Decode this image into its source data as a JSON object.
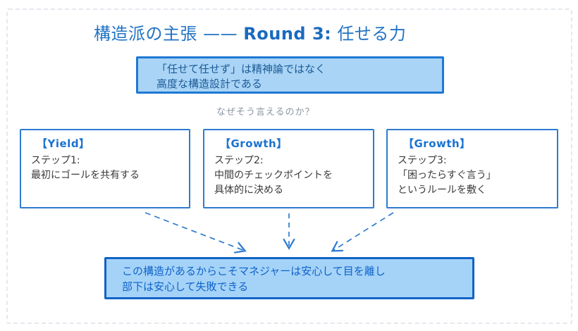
{
  "title": {
    "prefix": "構造派の主張 —— ",
    "round": "Round 3:",
    "suffix": " 任せる力"
  },
  "claim_box": {
    "line1": "「任せて任せず」は精神論ではなく",
    "line2": "高度な構造設計である"
  },
  "question": "なぜそう言えるのか？",
  "steps": [
    {
      "tag": "【Yield】",
      "lines": [
        "ステップ1:",
        "最初にゴールを共有する",
        ""
      ]
    },
    {
      "tag": "【Growth】",
      "lines": [
        "ステップ2:",
        "中間のチェックポイントを",
        "具体的に決める"
      ]
    },
    {
      "tag": "【Growth】",
      "lines": [
        "ステップ3:",
        "「困ったらすぐ言う」",
        "というルールを敷く"
      ]
    }
  ],
  "conclusion_box": {
    "line1": "この構造があるからこそマネジャーは安心して目を離し",
    "line2": "部下は安心して失敗できる"
  },
  "colors": {
    "title_blue": "#2273c4",
    "tag_blue": "#1a72d0",
    "box_border_blue": "#2e7bd0",
    "claim_fill": "#a9d4f6",
    "claim_border": "#1f78d4",
    "claim_text": "#1c5a96",
    "conclusion_fill": "#a5d3f8",
    "conclusion_border": "#1263c6",
    "conclusion_text": "#0e63c9",
    "question_gray": "#8b95a1",
    "body_text": "#3a3a3a",
    "frame_gray": "#e4e9ef"
  }
}
